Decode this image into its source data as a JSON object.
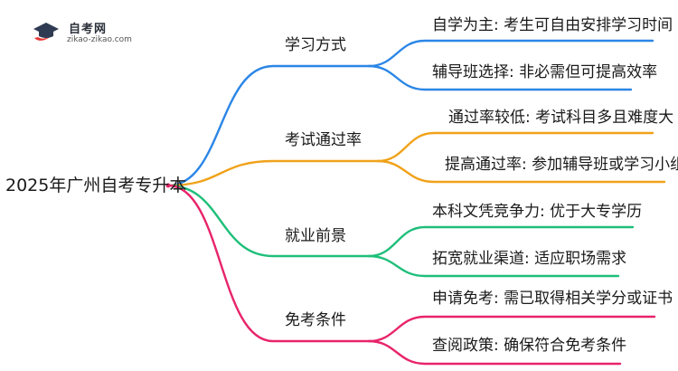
{
  "logo": {
    "title": "自考网",
    "url": "zikao-zikao.com",
    "colors": {
      "cap": "#2f3b52",
      "swoosh": "#e53935"
    }
  },
  "root": {
    "label": "2025年广州自考专升本"
  },
  "branches": [
    {
      "label": "学习方式",
      "color": "#2b86e6",
      "children": [
        {
          "label": "自学为主: 考生可自由安排学习时间"
        },
        {
          "label": "辅导班选择: 非必需但可提高效率"
        }
      ]
    },
    {
      "label": "考试通过率",
      "color": "#f0a21a",
      "children": [
        {
          "label": "通过率较低: 考试科目多且难度大"
        },
        {
          "label": "提高通过率: 参加辅导班或学习小组"
        }
      ]
    },
    {
      "label": "就业前景",
      "color": "#1fbf7a",
      "children": [
        {
          "label": "本科文凭竞争力: 优于大专学历"
        },
        {
          "label": "拓宽就业渠道: 适应职场需求"
        }
      ]
    },
    {
      "label": "免考条件",
      "color": "#e8246a",
      "children": [
        {
          "label": "申请免考: 需已取得相关学分或证书"
        },
        {
          "label": "查阅政策: 确保符合免考条件"
        }
      ]
    }
  ]
}
